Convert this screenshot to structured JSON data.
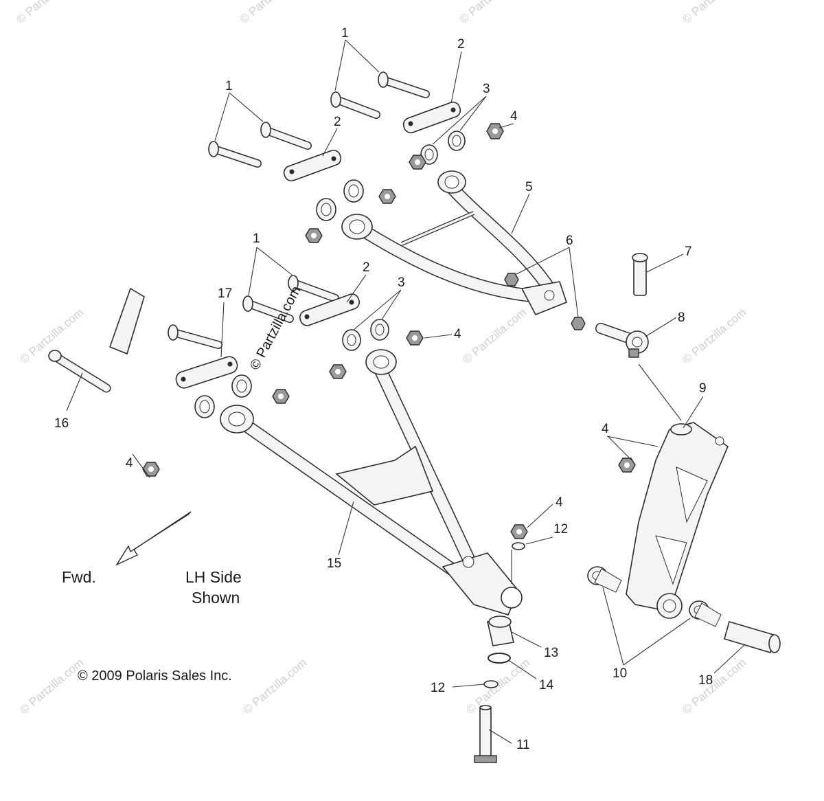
{
  "watermark_text": "© Partzilla.com",
  "diagram_watermark": "© Partzilla.com",
  "callouts": {
    "c1a": "1",
    "c1b": "1",
    "c1c": "1",
    "c2a": "2",
    "c2b": "2",
    "c2c": "2",
    "c3a": "3",
    "c3b": "3",
    "c4a": "4",
    "c4b": "4",
    "c4c": "4",
    "c4d": "4",
    "c4e": "4",
    "c5": "5",
    "c6": "6",
    "c7": "7",
    "c8": "8",
    "c9": "9",
    "c10": "10",
    "c11": "11",
    "c12a": "12",
    "c12b": "12",
    "c13": "13",
    "c14": "14",
    "c15": "15",
    "c16": "16",
    "c17": "17",
    "c18": "18"
  },
  "labels": {
    "fwd": "Fwd.",
    "side_line1": "LH Side",
    "side_line2": "Shown",
    "copyright": "© 2009 Polaris Sales Inc."
  }
}
